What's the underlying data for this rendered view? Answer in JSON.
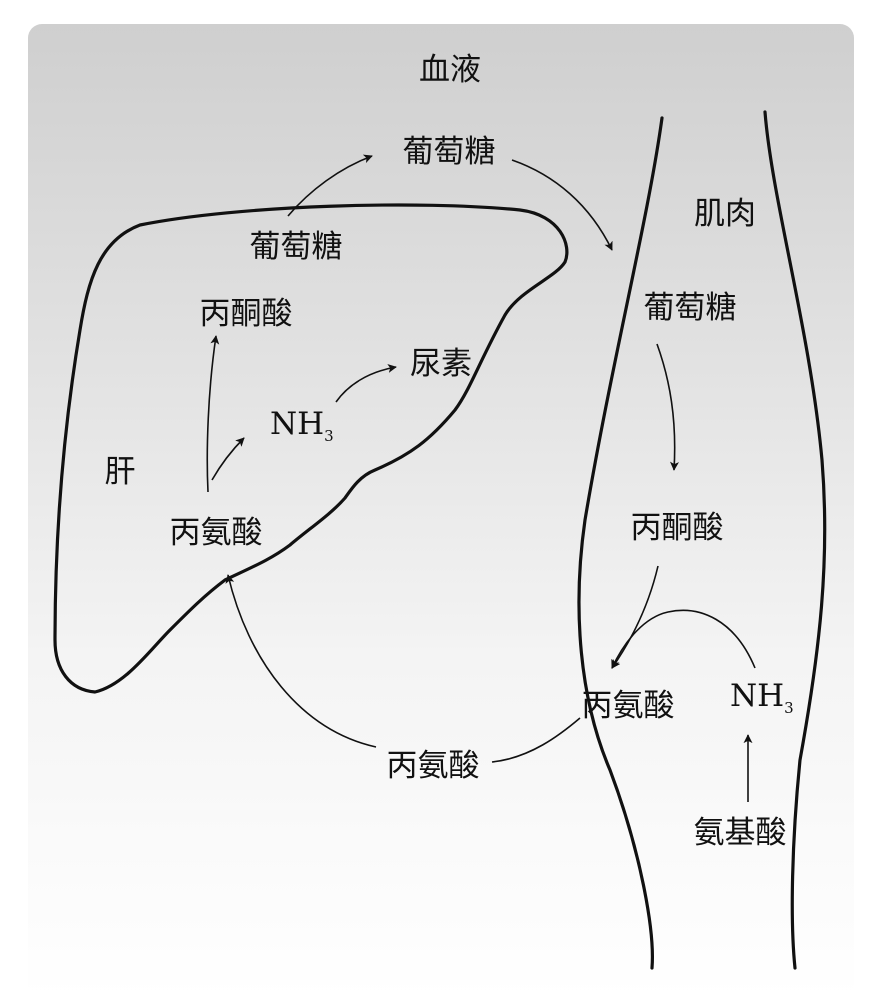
{
  "regions": {
    "blood": "血液",
    "muscle": "肌肉",
    "liver": "肝"
  },
  "blood": {
    "glucose": "葡萄糖",
    "alanine": "丙氨酸"
  },
  "liver": {
    "glucose": "葡萄糖",
    "pyruvate": "丙酮酸",
    "urea": "尿素",
    "ammonia_main": "NH",
    "ammonia_sub": "3",
    "alanine": "丙氨酸"
  },
  "muscle": {
    "glucose": "葡萄糖",
    "pyruvate": "丙酮酸",
    "alanine": "丙氨酸",
    "ammonia_main": "NH",
    "ammonia_sub": "3",
    "amino_acid": "氨基酸"
  }
}
